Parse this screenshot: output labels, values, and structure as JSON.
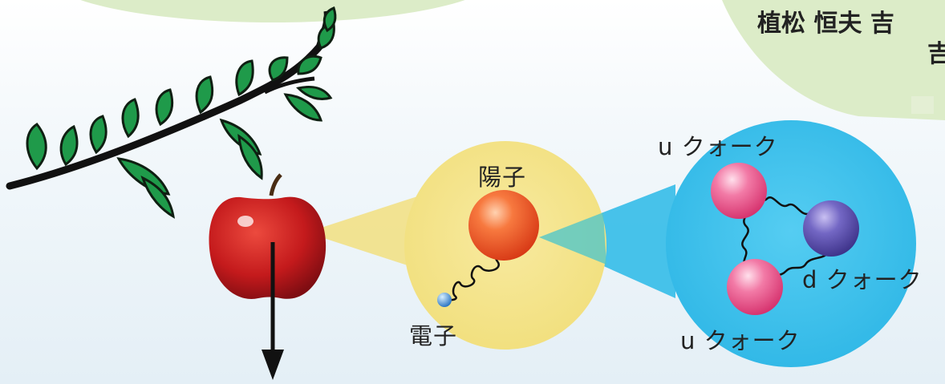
{
  "header": {
    "author_line1": "植松 恒夫 吉",
    "author_line2": "吉"
  },
  "labels": {
    "proton": "陽子",
    "electron": "電子",
    "u_quark_top": "u クォーク",
    "d_quark": "d クォーク",
    "u_quark_bottom": "u クォーク"
  },
  "colors": {
    "proton_bubble": "#f3eaa0",
    "quark_bubble": "#45c4ec",
    "top_blob": "#dcecc8",
    "proton": "#f0542a",
    "u_quark": "#ec5a8e",
    "d_quark": "#5e52a8",
    "electron": "#3f8fd0",
    "apple": "#c81a1c",
    "leaf": "#1e9a48"
  }
}
